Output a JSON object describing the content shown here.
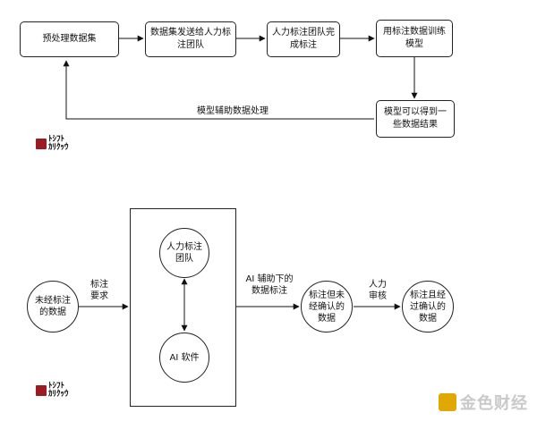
{
  "flow1": {
    "preprocess": "预处理数据集",
    "send_to_team": "数据集发送给人力标注团队",
    "team_complete": "人力标注团队完成标注",
    "train_model": "用标注数据训练模型",
    "model_results": "模型可以得到一些数据结果",
    "feedback_label": "模型辅助数据处理"
  },
  "flow2": {
    "unlabeled": "未经标注的数据",
    "requirement_label": "标注\n要求",
    "human_team": "人力标注团队",
    "ai_software": "AI 软件",
    "ai_assisted_label": "AI 辅助下的\n数据标注",
    "labeled_unconfirmed": "标注但未经确认的数据",
    "review_label": "人力\n审核",
    "labeled_confirmed": "标注且经过确认的数据"
  },
  "watermark": {
    "text": "金色财经",
    "color": "#e0a800"
  },
  "logo": {
    "color": "#9b1b22"
  }
}
